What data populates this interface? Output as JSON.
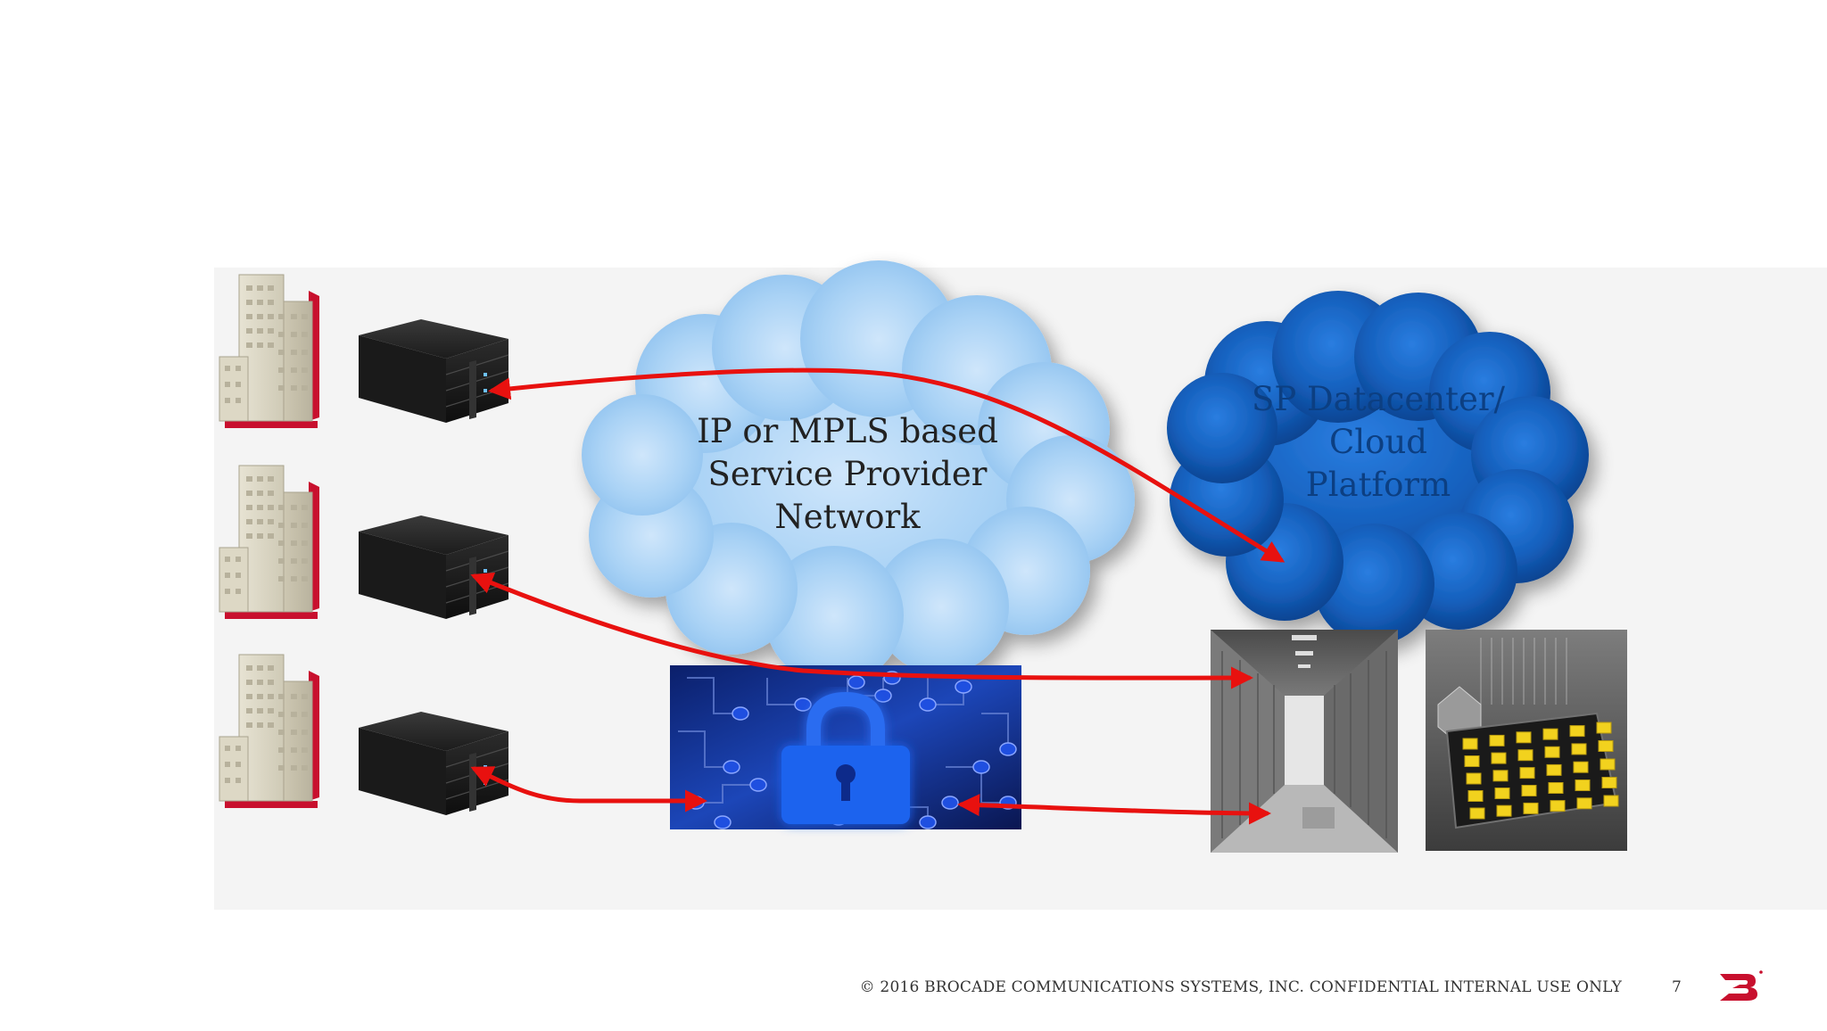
{
  "ip_cloud": {
    "lines": [
      "IP or MPLS based",
      "Service Provider",
      "Network"
    ]
  },
  "sp_cloud": {
    "lines": [
      "SP Datacenter/",
      "Cloud",
      "Platform"
    ]
  },
  "footer": {
    "copyright": "© 2016 BROCADE COMMUNICATIONS SYSTEMS, INC. CONFIDENTIAL INTERNAL USE ONLY",
    "page_number": "7"
  },
  "colors": {
    "arrow": "#e8110f",
    "light_cloud": "#a9d2f5",
    "dark_cloud": "#1a66c2",
    "brand": "#c8102e"
  },
  "icons": {
    "sites": [
      "office-building-icon",
      "office-building-icon",
      "office-building-icon"
    ],
    "devices": [
      "rack-server-icon",
      "rack-server-icon",
      "rack-server-icon"
    ],
    "security": "padlock-circuit-icon",
    "datacenter": "datacenter-aisle-icon",
    "chip": "processor-chip-icon",
    "logo": "brocade-logo"
  }
}
